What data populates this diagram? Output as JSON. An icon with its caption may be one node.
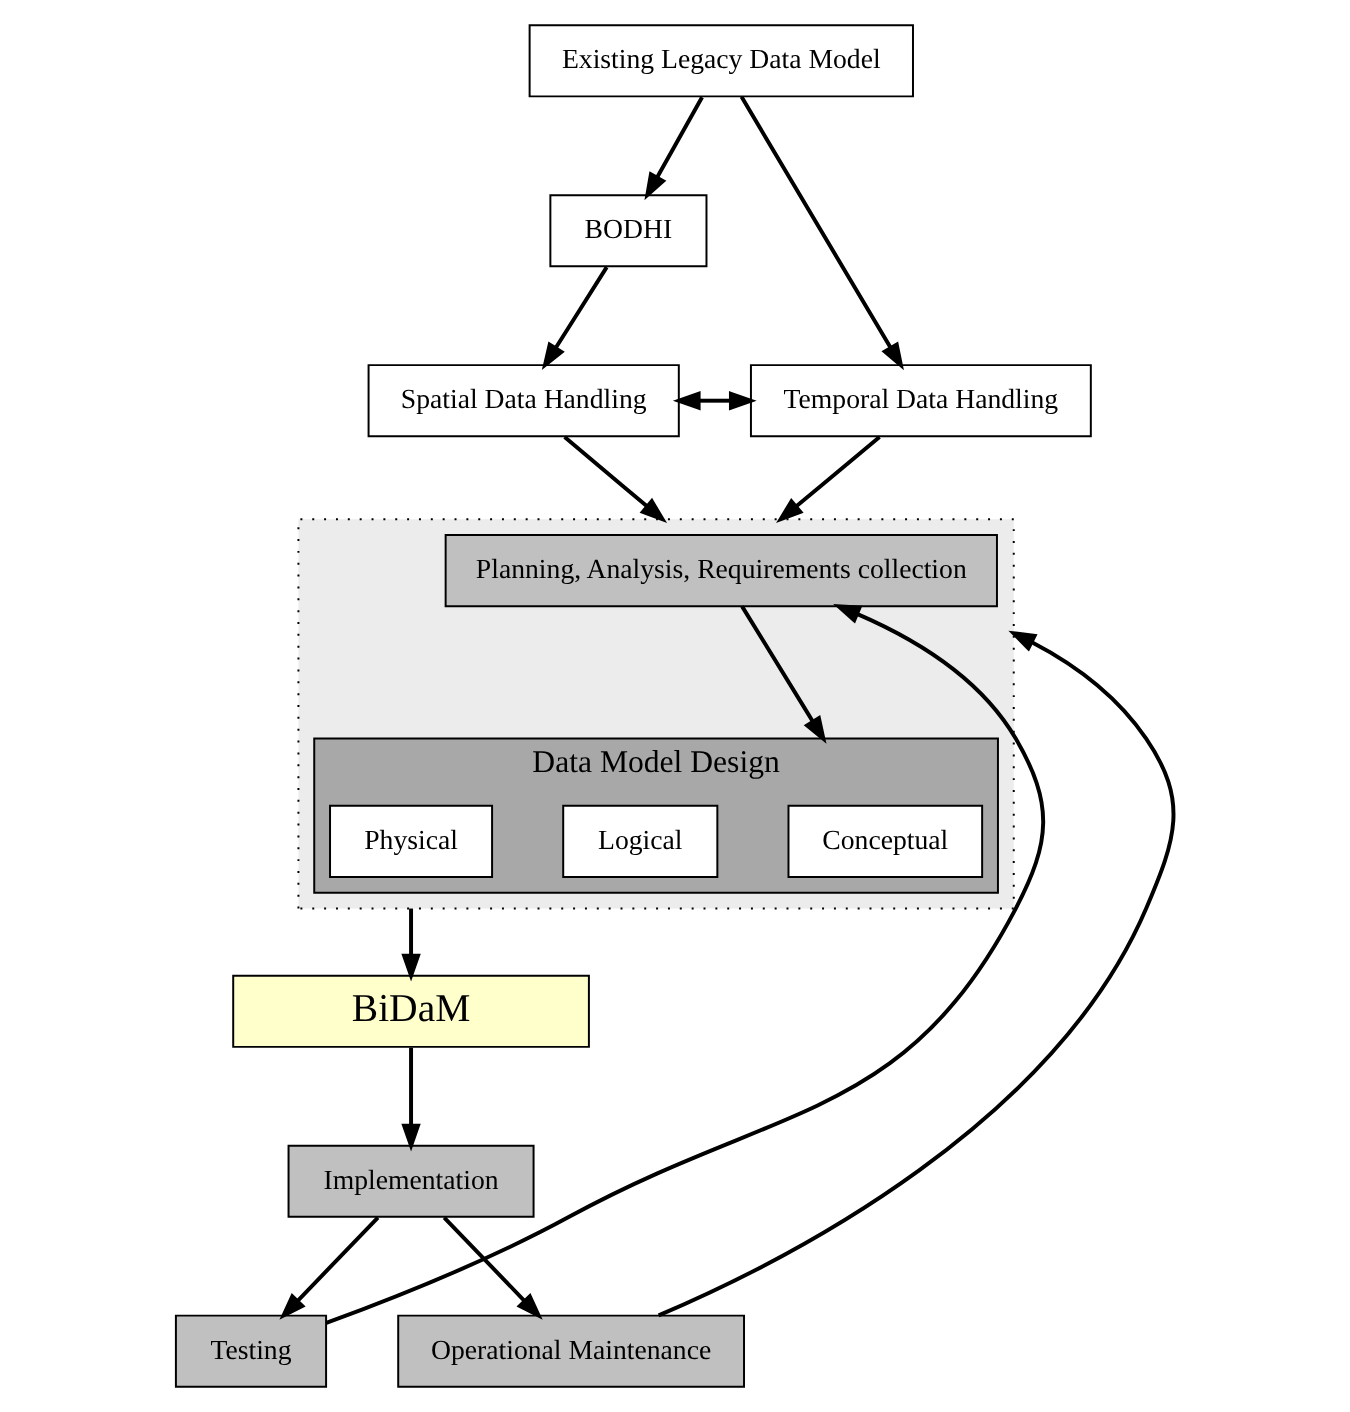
{
  "diagram": {
    "nodes": [
      {
        "text": [
          "Existing Legacy Data Model"
        ]
      },
      {
        "text": [
          "BODHI"
        ]
      },
      {
        "text": [
          "Spatial Data Handling"
        ]
      },
      {
        "text": [
          "Temporal Data Handling"
        ]
      },
      {
        "text": [],
        "shape": "box"
      },
      {
        "text": [
          "Planning, Analysis, Requirements collection"
        ],
        "in": 4
      },
      {
        "text": [
          "Data Model Design"
        ],
        "in": 4
      },
      {
        "text": [
          "Conceptual"
        ],
        "in": 6
      },
      {
        "text": [
          "Logical"
        ],
        "in": 6
      },
      {
        "text": [
          "Physical"
        ],
        "in": 6
      },
      {
        "text": [
          "BiDaM"
        ]
      },
      {
        "text": [
          "Implementation"
        ]
      },
      {
        "text": [
          "Testing"
        ]
      },
      {
        "text": [
          "Operational Maintenance"
        ]
      }
    ],
    "edges": [
      {
        "from": 0,
        "to": 1,
        "arrow": "to"
      },
      {
        "from": 0,
        "to": 3,
        "arrow": "to"
      },
      {
        "from": 1,
        "to": 2,
        "arrow": "to"
      },
      {
        "from": 2,
        "to": 3,
        "arrow": "both"
      },
      {
        "from": 2,
        "to": 4,
        "arrow": "to"
      },
      {
        "from": 3,
        "to": 4,
        "arrow": "to"
      },
      {
        "from": 5,
        "to": 6,
        "arrow": "to"
      },
      {
        "from": 4,
        "to": 10,
        "arrow": "to"
      },
      {
        "from": 10,
        "to": 11,
        "arrow": "to"
      },
      {
        "from": 11,
        "to": 12,
        "arrow": "to"
      },
      {
        "from": 11,
        "to": 13,
        "arrow": "to"
      },
      {
        "from": 12,
        "to": 5,
        "arrow": "to"
      },
      {
        "from": 13,
        "to": 4,
        "arrow": "to"
      }
    ]
  }
}
